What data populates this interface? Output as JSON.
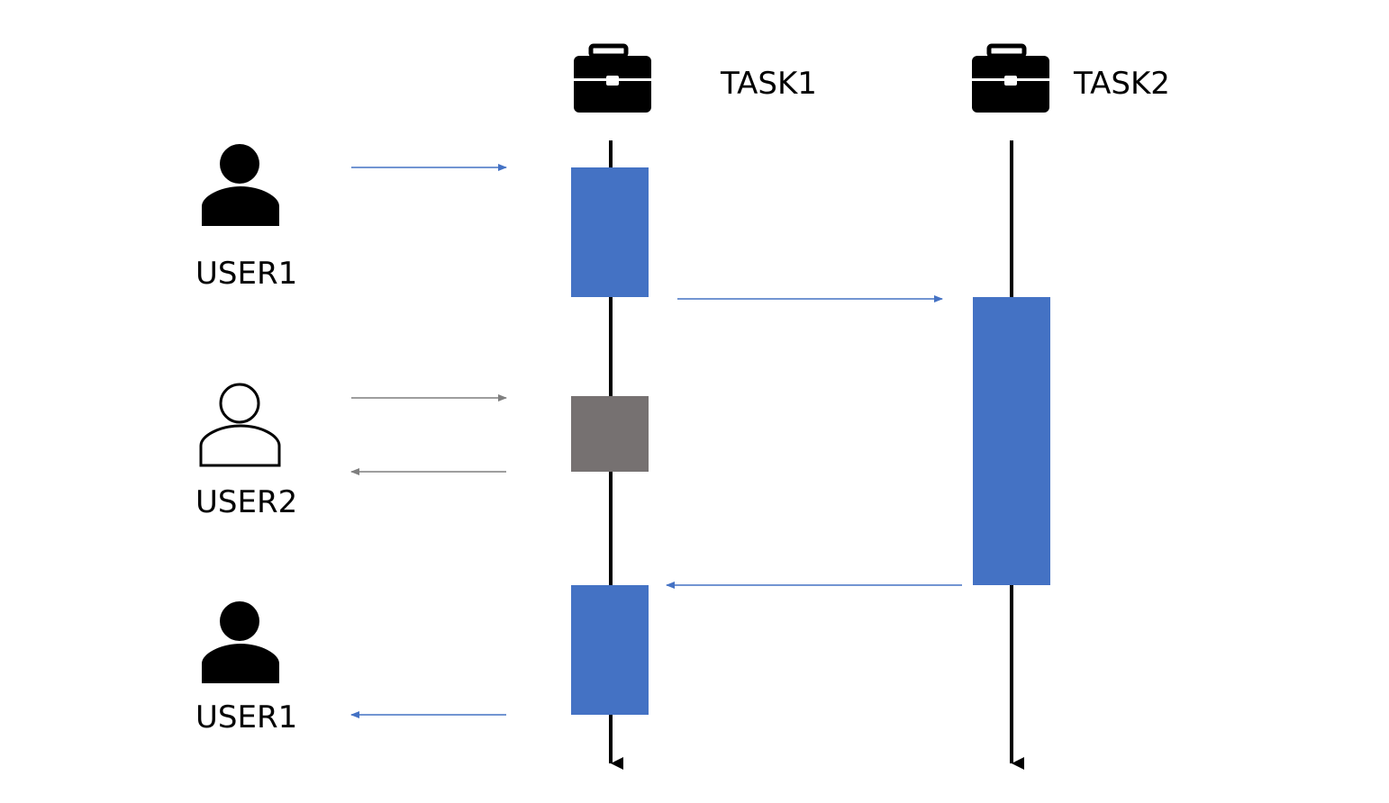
{
  "tasks": [
    {
      "label": "TASK1",
      "icon": "briefcase-icon"
    },
    {
      "label": "TASK2",
      "icon": "briefcase-icon"
    }
  ],
  "users": [
    {
      "label": "USER1",
      "icon": "user-filled-icon"
    },
    {
      "label": "USER2",
      "icon": "user-outline-icon"
    },
    {
      "label": "USER1",
      "icon": "user-filled-icon"
    }
  ],
  "colors": {
    "active": "#4472C4",
    "blocked": "#767171",
    "lifeline": "#000000",
    "gray_arrow": "#7F7F7F"
  }
}
